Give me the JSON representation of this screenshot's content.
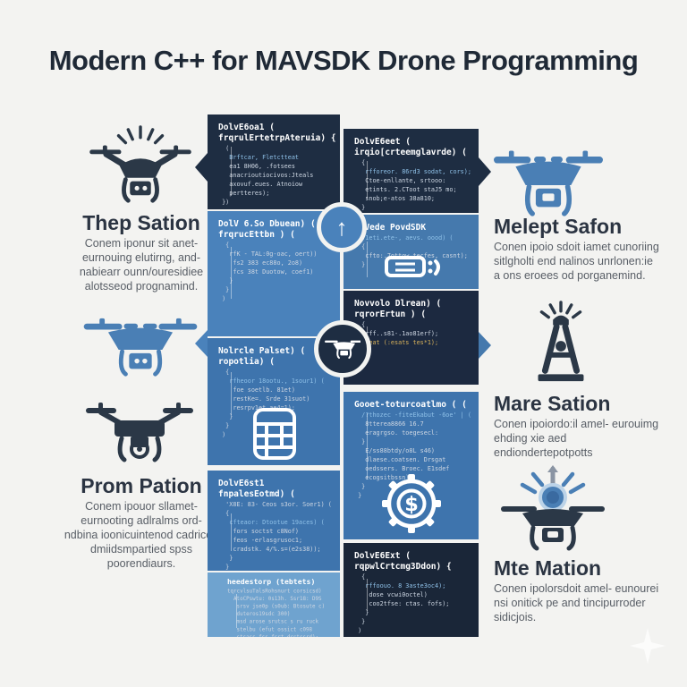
{
  "title": "Modern C++ for MAVSDK Drone Programming",
  "colors": {
    "background": "#f3f3f1",
    "panel_dark": "#1e2d42",
    "panel_blue": "#3e74ad",
    "panel_light_blue": "#4a82bb",
    "panel_slate_blue": "#4579ad",
    "panel_pale_blue": "#6fa3cf",
    "code_text": "#cdd6e2",
    "code_keyword": "#8fc1e8",
    "code_accent": "#d9b25a",
    "icon_blue": "#4a7fb5",
    "icon_dark": "#2b3847",
    "heading_text": "#2b3442",
    "body_text": "#585e66"
  },
  "icons": {
    "up_arrow_glyph": "↑",
    "dollar_glyph": "$",
    "names": [
      "drone-signal-icon",
      "drone-blue-icon",
      "drone-camera-icon",
      "drone-blue-icon",
      "radio-tower-icon",
      "drone-launch-icon",
      "up-arrow-badge-icon",
      "drone-badge-icon",
      "battery-icon",
      "table-icon",
      "gear-dollar-icon",
      "sparkle-icon"
    ]
  },
  "left_sections": [
    {
      "heading": "Thep Sation",
      "body": "Conem iponur sit anet- eurnouing elutirng, and- nabiearr ounn/ouresidiee alotsseod prognamind."
    },
    {
      "heading": "Prom Pation",
      "body": "Conem ipouor sllamet- eurnooting adlralms ord- ndbina ioonicuintenod cadricen dmiidsmpartied spss poorendiaurs."
    }
  ],
  "right_sections": [
    {
      "heading": "Melept Safon",
      "body": "Conen ipoio sdoit iamet cunoriing sitlgholti end nalinos unrlonen:ie a ons eroees od porganemind."
    },
    {
      "heading": "Mare Sation",
      "body": "Conen ipoiordo:il amel- eurouimg ehding xie aed endiondertepotpotts"
    },
    {
      "heading": "Mte Mation",
      "body": "Conen ipolorsdoit amel- eunourei nsi onitick pe and tincipurroder sidicjois."
    }
  ],
  "code_panels": {
    "l1": {
      "lines": [
        {
          "t": "DolvE6oa1 (",
          "c": "h"
        },
        {
          "t": "frqrulErtetrpAteruia) {",
          "c": "h"
        },
        {
          "t": "  (",
          "c": ""
        },
        {
          "t": "   Brftcar, Fletctteat",
          "c": "k"
        },
        {
          "t": "   ea1 8H06, .fotsees",
          "c": ""
        },
        {
          "t": "   anacrioutiocivos:Jteals",
          "c": ""
        },
        {
          "t": "   axovuf.eues. Atnoiow",
          "c": ""
        },
        {
          "t": "   pertteres);",
          "c": ""
        },
        {
          "t": " })",
          "c": ""
        }
      ]
    },
    "r1": {
      "lines": [
        {
          "t": "DolvE6eet (",
          "c": "h"
        },
        {
          "t": "irqio[crteemglavrde) (",
          "c": "h"
        },
        {
          "t": "  {",
          "c": ""
        },
        {
          "t": "   rfforeor. 86rd3 sodat, cors);",
          "c": "k"
        },
        {
          "t": "   Ctoe-enllante, srtooo:",
          "c": ""
        },
        {
          "t": "   etints. 2.CToot staJ5 mo;",
          "c": ""
        },
        {
          "t": "   snob;e-atos 38a810;",
          "c": ""
        },
        {
          "t": "  }",
          "c": ""
        },
        {
          "t": " }}",
          "c": ""
        }
      ]
    },
    "l2": {
      "lines": [
        {
          "t": "DolV 6.So Dbuean) (",
          "c": "h"
        },
        {
          "t": "frqrucEttbn ) (",
          "c": "h"
        },
        {
          "t": "  {",
          "c": ""
        },
        {
          "t": "   rfK - TAL:0g-oac, oert))",
          "c": ""
        },
        {
          "t": "    fs2 383 ec88o, 2o8)",
          "c": ""
        },
        {
          "t": "    fcs 38t Duotow, coef1)",
          "c": ""
        },
        {
          "t": "   }",
          "c": ""
        },
        {
          "t": "  }",
          "c": ""
        },
        {
          "t": " )",
          "c": ""
        }
      ]
    },
    "r2": {
      "lines": [
        {
          "t": "maVede PovdSDK",
          "c": "h"
        },
        {
          "t": "shv1eti.ete-, aevs. oood) (",
          "c": "k"
        },
        {
          "t": "  {",
          "c": ""
        },
        {
          "t": "   cfto:.7ottow tecfes, casnt);",
          "c": ""
        },
        {
          "t": "  }",
          "c": ""
        }
      ]
    },
    "r3": {
      "lines": [
        {
          "t": "Novvolo Dlrean) (",
          "c": "h"
        },
        {
          "t": "rqrorErtun ) (",
          "c": "h"
        },
        {
          "t": "  {",
          "c": ""
        },
        {
          "t": "   rff..s81-.1ao81erf);",
          "c": ""
        },
        {
          "t": "   feat (:esats tes*1);",
          "c": "a"
        },
        {
          "t": "  }",
          "c": ""
        },
        {
          "t": " }",
          "c": ""
        }
      ]
    },
    "l3": {
      "lines": [
        {
          "t": "Nolrcle Palset) (",
          "c": "h"
        },
        {
          "t": "ropotlia) (",
          "c": "h"
        },
        {
          "t": "  {",
          "c": ""
        },
        {
          "t": "   rfheoor 18ootu., 1sour1) (",
          "c": "k"
        },
        {
          "t": "    foe soetlb. 81et)",
          "c": ""
        },
        {
          "t": "    restKe=. Srde 31suot)",
          "c": ""
        },
        {
          "t": "    resrpv1et.ae4=1);",
          "c": ""
        },
        {
          "t": "   }",
          "c": ""
        },
        {
          "t": "  }",
          "c": ""
        },
        {
          "t": " )",
          "c": ""
        }
      ]
    },
    "r4": {
      "lines": [
        {
          "t": "Gooet-toturcoatlmo ( (",
          "c": "h"
        },
        {
          "t": "  /?thozec -fiteEkabut -6oe' | (",
          "c": "k"
        },
        {
          "t": "   8tterea8866 16.7",
          "c": ""
        },
        {
          "t": "   eragrgso. toegesecl:",
          "c": ""
        },
        {
          "t": "  }",
          "c": ""
        },
        {
          "t": "   E/ss88btdy/o8L s46)",
          "c": ""
        },
        {
          "t": "   dlaese.coatsen. Drsgat",
          "c": ""
        },
        {
          "t": "   oedssers. Broec. E1sdef",
          "c": ""
        },
        {
          "t": "   ecogsitbssn);",
          "c": ""
        },
        {
          "t": "  }",
          "c": ""
        },
        {
          "t": " }",
          "c": ""
        }
      ]
    },
    "l4": {
      "lines": [
        {
          "t": "DolvE6st1",
          "c": "h"
        },
        {
          "t": "fnpalesEotmd) (",
          "c": "h"
        },
        {
          "t": "  'X8E: 83- Ceos s3or. Soer1) (",
          "c": ""
        },
        {
          "t": "  {",
          "c": ""
        },
        {
          "t": "   cfteaor: Dtootue 19aces) (",
          "c": "k"
        },
        {
          "t": "    fors soctst c8Nof)",
          "c": ""
        },
        {
          "t": "    feos -erlasgrusoc1;",
          "c": ""
        },
        {
          "t": "    cradstk. 4/%.s=(e2s38));",
          "c": ""
        },
        {
          "t": "   }",
          "c": ""
        },
        {
          "t": "  }",
          "c": ""
        },
        {
          "t": " )",
          "c": ""
        }
      ]
    },
    "l5": {
      "lines": [
        {
          "t": "heedestorp (tebtets)",
          "c": "h"
        },
        {
          "t": "tqrcvlsuTalsRohsnurt corsicsd)",
          "c": ""
        },
        {
          "t": "  AtoCPswtu: 0s13h. Ssr18: D9S",
          "c": ""
        },
        {
          "t": "   srsv jse0p (s0ub: Btosute c)",
          "c": ""
        },
        {
          "t": "   duteros19sdc 300)",
          "c": ""
        },
        {
          "t": "   msd arose srutsc s ru ruck",
          "c": ""
        },
        {
          "t": "   stelbu (efut ossict c098",
          "c": ""
        },
        {
          "t": "   stsass fss fsrt drctssrd);",
          "c": ""
        },
        {
          "t": " })",
          "c": ""
        }
      ]
    },
    "r5": {
      "lines": [
        {
          "t": "DolvE6Ext (",
          "c": "h"
        },
        {
          "t": "rqpwlCrtcmg3Ddon) {",
          "c": "h"
        },
        {
          "t": "  {",
          "c": ""
        },
        {
          "t": "   rffoouo. 8 3aste3oc4);",
          "c": "k"
        },
        {
          "t": "    dose vcwi0octel)",
          "c": ""
        },
        {
          "t": "    coo2tfse: ctas. fofs);",
          "c": ""
        },
        {
          "t": "   }",
          "c": ""
        },
        {
          "t": "  }",
          "c": ""
        },
        {
          "t": " )",
          "c": ""
        }
      ]
    }
  }
}
